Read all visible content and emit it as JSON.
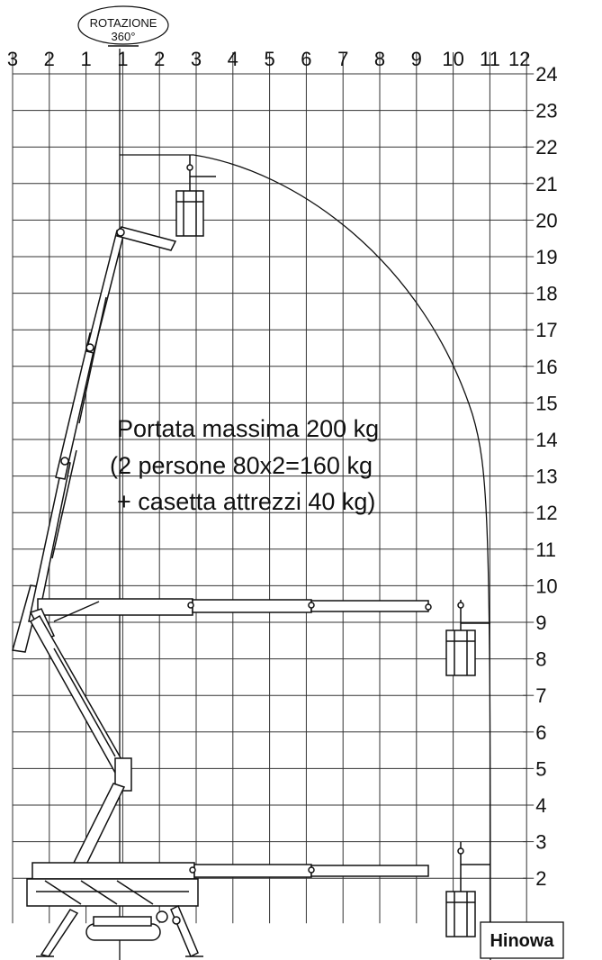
{
  "rotation_badge": {
    "line1": "ROTAZIONE",
    "line2": "360°"
  },
  "top_axis_labels": [
    "3",
    "2",
    "1",
    "1",
    "2",
    "3",
    "4",
    "5",
    "6",
    "7",
    "8",
    "9",
    "10",
    "11",
    "12"
  ],
  "right_axis_labels": [
    "24",
    "23",
    "22",
    "21",
    "20",
    "19",
    "18",
    "17",
    "16",
    "15",
    "14",
    "13",
    "12",
    "11",
    "10",
    "9",
    "8",
    "7",
    "6",
    "5",
    "4",
    "3",
    "2"
  ],
  "capacity": {
    "line1": "Portata massima 200 kg",
    "line2": "(2 persone 80x2=160 kg",
    "line3": "+ casetta attrezzi 40 kg)"
  },
  "logo": {
    "text": "Hinowa"
  },
  "colors": {
    "line": "#111111",
    "grid": "#333333",
    "background": "#ffffff"
  }
}
